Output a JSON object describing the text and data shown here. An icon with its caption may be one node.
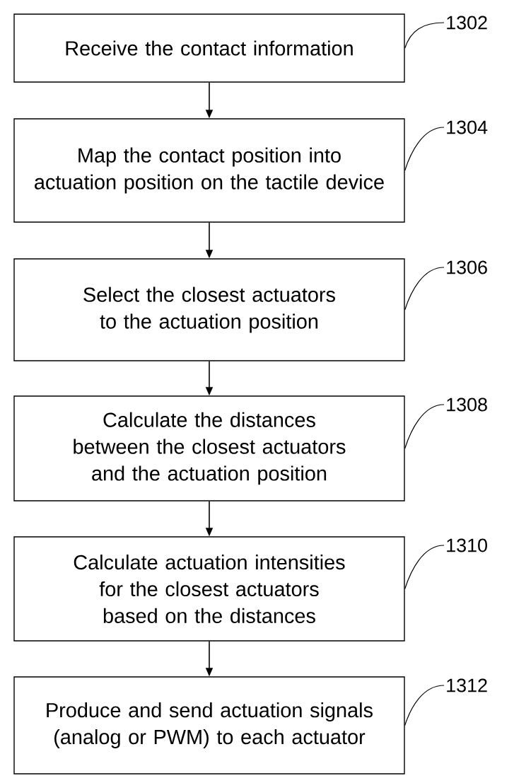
{
  "diagram": {
    "nodes": [
      {
        "text": [
          "Receive the contact information"
        ]
      },
      {
        "text": [
          "1302"
        ]
      },
      {
        "text": [
          "Map the contact position into actuation position on the tactile device"
        ]
      },
      {
        "text": [
          "1304"
        ]
      },
      {
        "text": [
          "Select the closest actuators to the actuation position"
        ]
      },
      {
        "text": [
          "1306"
        ]
      },
      {
        "text": [
          "Calculate the distances between the closest actuators and the actuation position"
        ]
      },
      {
        "text": [
          "1308"
        ]
      },
      {
        "text": [
          "Calculate actuation intensities for the closest actuators based on the distances"
        ]
      },
      {
        "text": [
          "1310"
        ]
      },
      {
        "text": [
          "Produce and send actuation signals (analog or PWM) to each actuator"
        ]
      },
      {
        "text": [
          "1312"
        ]
      }
    ],
    "edges": [
      {
        "from": 0,
        "to": 2,
        "arrow": "to"
      },
      {
        "from": 2,
        "to": 4,
        "arrow": "to"
      },
      {
        "from": 4,
        "to": 6,
        "arrow": "to"
      },
      {
        "from": 6,
        "to": 8,
        "arrow": "to"
      },
      {
        "from": 8,
        "to": 10,
        "arrow": "to"
      },
      {
        "from": 1,
        "to": 0,
        "arrow": "none"
      },
      {
        "from": 3,
        "to": 2,
        "arrow": "none"
      },
      {
        "from": 5,
        "to": 4,
        "arrow": "none"
      },
      {
        "from": 7,
        "to": 6,
        "arrow": "none"
      },
      {
        "from": 9,
        "to": 8,
        "arrow": "none"
      },
      {
        "from": 11,
        "to": 10,
        "arrow": "none"
      }
    ]
  }
}
